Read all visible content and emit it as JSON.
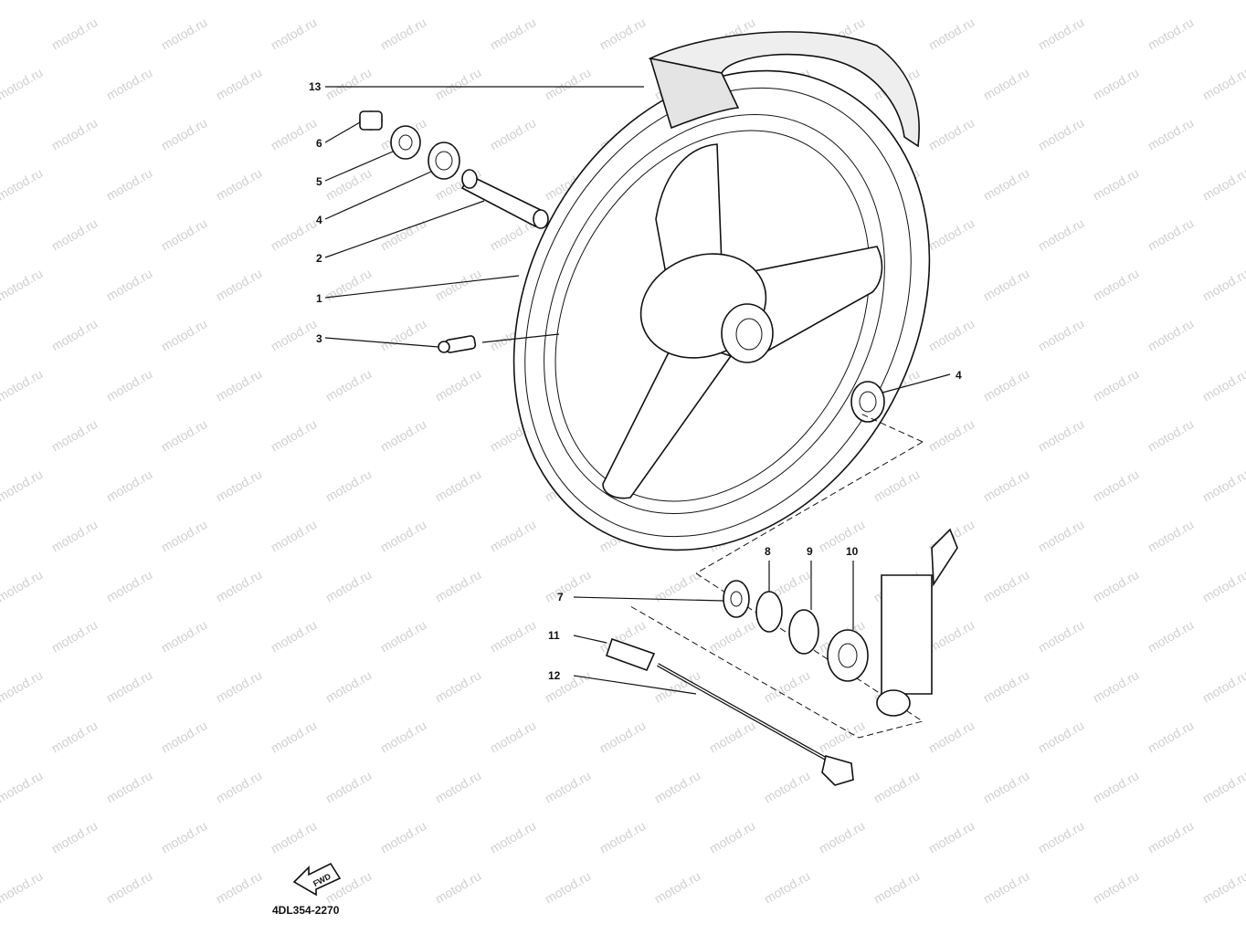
{
  "watermark": {
    "text": "motod.ru"
  },
  "callouts": [
    {
      "id": "c13",
      "label": "13"
    },
    {
      "id": "c6",
      "label": "6"
    },
    {
      "id": "c5",
      "label": "5"
    },
    {
      "id": "c4a",
      "label": "4"
    },
    {
      "id": "c2",
      "label": "2"
    },
    {
      "id": "c1",
      "label": "1"
    },
    {
      "id": "c3",
      "label": "3"
    },
    {
      "id": "c4b",
      "label": "4"
    },
    {
      "id": "c8",
      "label": "8"
    },
    {
      "id": "c9",
      "label": "9"
    },
    {
      "id": "c10",
      "label": "10"
    },
    {
      "id": "c7",
      "label": "7"
    },
    {
      "id": "c11",
      "label": "11"
    },
    {
      "id": "c12",
      "label": "12"
    }
  ],
  "direction_arrow": {
    "text": "FWD"
  },
  "diagram_code": "4DL354-2270"
}
